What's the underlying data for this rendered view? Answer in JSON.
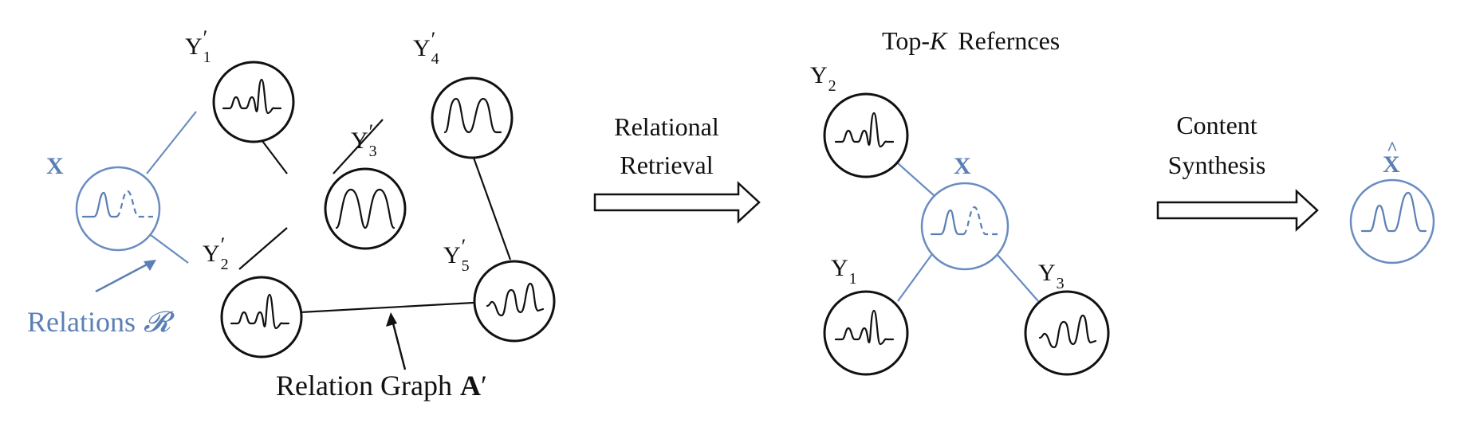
{
  "colors": {
    "accent_blue": "#5b7fb5",
    "node_black": "#111111"
  },
  "left_graph": {
    "query_label": "X",
    "nodes": [
      {
        "id": "y1p",
        "base": "Y",
        "sub": "1",
        "prime": "′"
      },
      {
        "id": "y2p",
        "base": "Y",
        "sub": "2",
        "prime": "′"
      },
      {
        "id": "y3p",
        "base": "Y",
        "sub": "3",
        "prime": "′"
      },
      {
        "id": "y4p",
        "base": "Y",
        "sub": "4",
        "prime": "′"
      },
      {
        "id": "y5p",
        "base": "Y",
        "sub": "5",
        "prime": "′"
      }
    ],
    "relations_label": "Relations",
    "relations_symbol": "𝓡",
    "graph_label": "Relation Graph",
    "graph_symbol": "A",
    "graph_prime": "′"
  },
  "step1": {
    "line1": "Relational",
    "line2": "Retrieval"
  },
  "middle": {
    "title_prefix": "Top-",
    "title_k": "K",
    "title_suffix": "Refernces",
    "query_label": "X",
    "refs": [
      {
        "id": "y1",
        "base": "Y",
        "sub": "1"
      },
      {
        "id": "y2",
        "base": "Y",
        "sub": "2"
      },
      {
        "id": "y3",
        "base": "Y",
        "sub": "3"
      }
    ]
  },
  "step2": {
    "line1": "Content",
    "line2": "Synthesis"
  },
  "output": {
    "label": "X",
    "hat": "^"
  }
}
